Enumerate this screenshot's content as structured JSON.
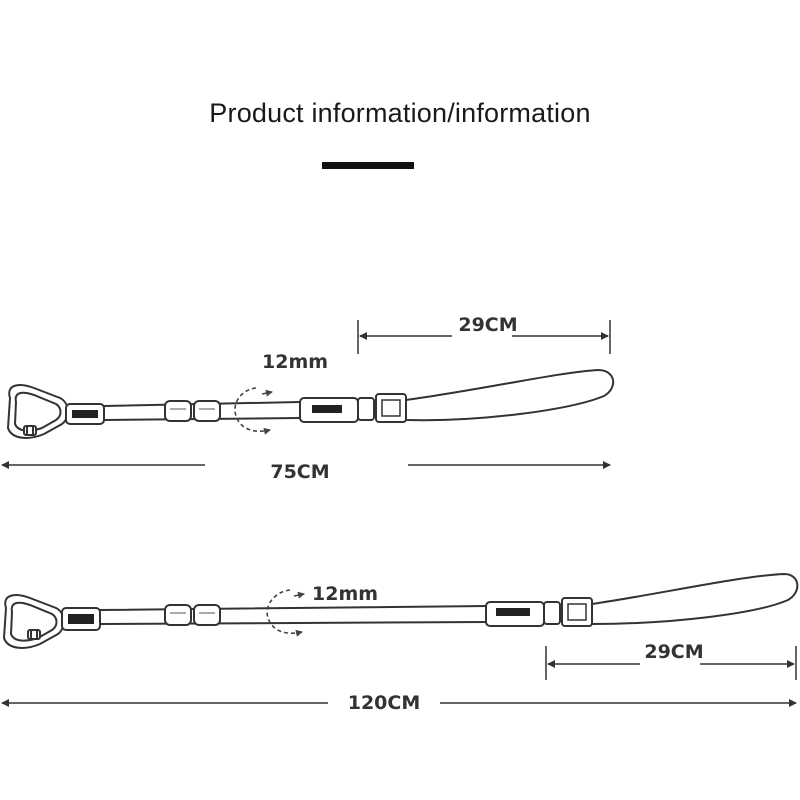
{
  "title": "Product information/information",
  "leash_short": {
    "diameter_label": "12mm",
    "handle_label": "29CM",
    "length_label": "75CM"
  },
  "leash_long": {
    "diameter_label": "12mm",
    "handle_label": "29CM",
    "length_label": "120CM"
  }
}
